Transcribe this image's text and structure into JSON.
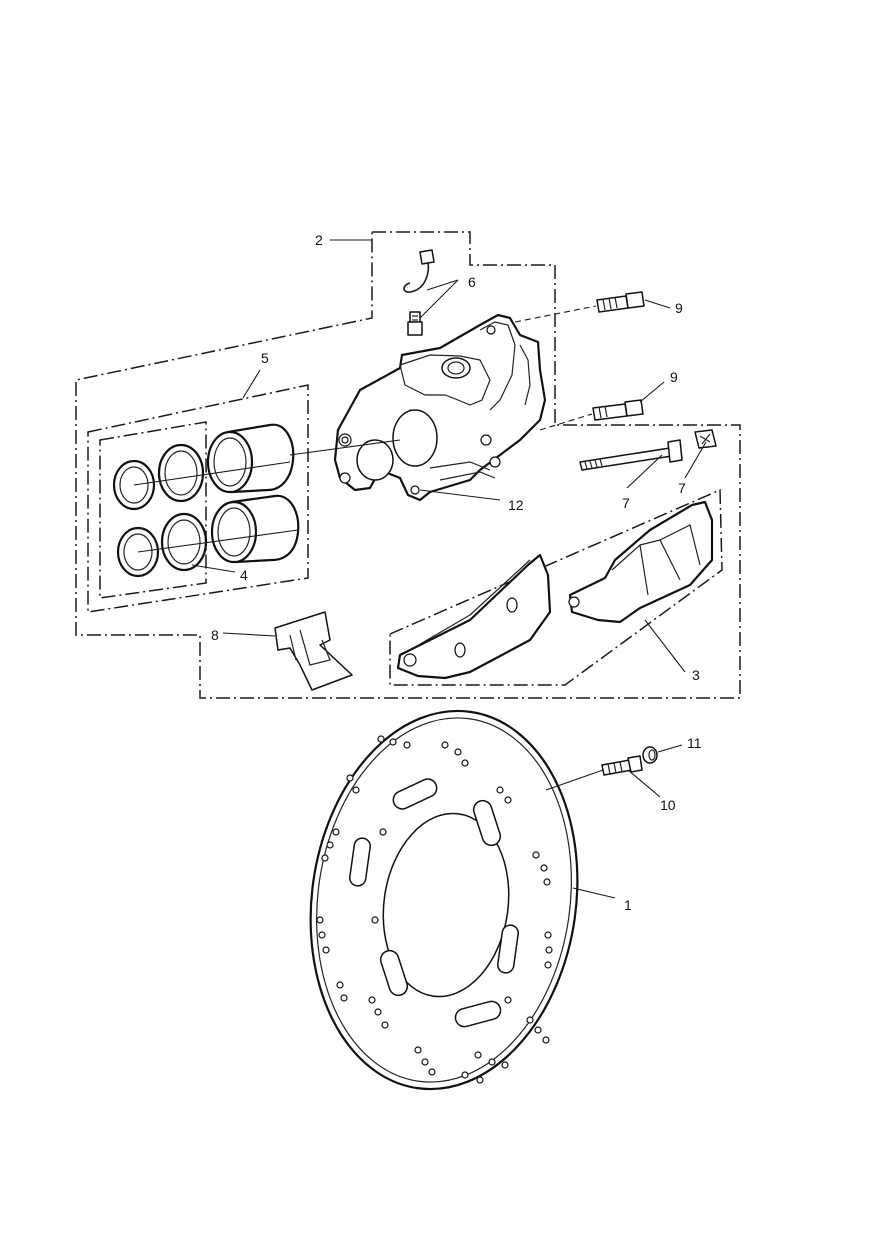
{
  "callouts": {
    "c1": "1",
    "c2": "2",
    "c3": "3",
    "c4": "4",
    "c5": "5",
    "c6": "6",
    "c7a": "7",
    "c7b": "7",
    "c8": "8",
    "c9a": "9",
    "c9b": "9",
    "c10": "10",
    "c11": "11",
    "c12": "12"
  },
  "parts": {
    "brake_disc": "brake-disc",
    "caliper": "brake-caliper",
    "brake_pads": "brake-pads",
    "seals": "piston-seals",
    "pistons": "pistons",
    "bleed_nipple": "bleed-nipple",
    "pad_pin": "pad-retaining-pin",
    "pad_spring": "pad-spring",
    "caliper_bolts": "caliper-bolts",
    "disc_bolt": "disc-bolt",
    "bracket": "caliper-bracket"
  }
}
